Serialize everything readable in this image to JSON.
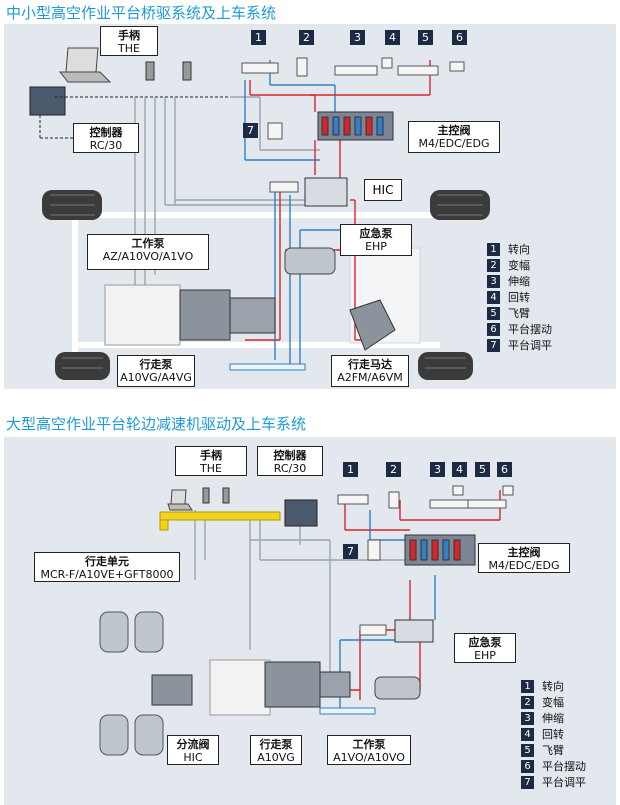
{
  "top": {
    "title": "中小型高空作业平台桥驱系统及上车系统",
    "handle_label": "手柄",
    "handle_code": "THE",
    "controller_label": "控制器",
    "controller_code": "RC/30",
    "main_valve_label": "主控阀",
    "main_valve_code": "M4/EDC/EDG",
    "hic": "HIC",
    "emergency_label": "应急泵",
    "emergency_code": "EHP",
    "work_pump_label": "工作泵",
    "work_pump_code": "AZ/A10VO/A1VO",
    "travel_pump_label": "行走泵",
    "travel_pump_code": "A10VG/A4VG",
    "travel_motor_label": "行走马达",
    "travel_motor_code": "A2FM/A6VM",
    "numbers": [
      "1",
      "2",
      "3",
      "4",
      "5",
      "6"
    ],
    "num7": "7",
    "legend": [
      {
        "n": "1",
        "t": "转向"
      },
      {
        "n": "2",
        "t": "变幅"
      },
      {
        "n": "3",
        "t": "伸缩"
      },
      {
        "n": "4",
        "t": "回转"
      },
      {
        "n": "5",
        "t": "飞臂"
      },
      {
        "n": "6",
        "t": "平台摆动"
      },
      {
        "n": "7",
        "t": "平台调平"
      }
    ]
  },
  "bottom": {
    "title": "大型高空作业平台轮边减速机驱动及上车系统",
    "handle_label": "手柄",
    "handle_code": "THE",
    "controller_label": "控制器",
    "controller_code": "RC/30",
    "main_valve_label": "主控阀",
    "main_valve_code": "M4/EDC/EDG",
    "travel_unit_label": "行走单元",
    "travel_unit_code": "MCR-F/A10VE+GFT8000",
    "emergency_label": "应急泵",
    "emergency_code": "EHP",
    "divider_label": "分流阀",
    "divider_code": "HIC",
    "travel_pump_label": "行走泵",
    "travel_pump_code": "A10VG",
    "work_pump_label": "工作泵",
    "work_pump_code": "A1VO/A10VO",
    "numbers": [
      "1",
      "2",
      "3",
      "4",
      "5",
      "6"
    ],
    "num7": "7",
    "legend": [
      {
        "n": "1",
        "t": "转向"
      },
      {
        "n": "2",
        "t": "变幅"
      },
      {
        "n": "3",
        "t": "伸缩"
      },
      {
        "n": "4",
        "t": "回转"
      },
      {
        "n": "5",
        "t": "飞臂"
      },
      {
        "n": "6",
        "t": "平台摆动"
      },
      {
        "n": "7",
        "t": "平台调平"
      }
    ]
  }
}
